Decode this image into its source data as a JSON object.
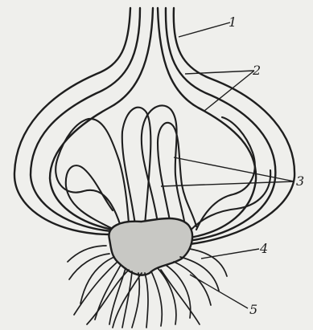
{
  "labels": {
    "one": "1",
    "two": "2",
    "three": "3",
    "four": "4",
    "five": "5"
  },
  "colors": {
    "ink": "#1e1e1e",
    "paper": "#efefec",
    "base_fill": "#c8c8c4"
  }
}
